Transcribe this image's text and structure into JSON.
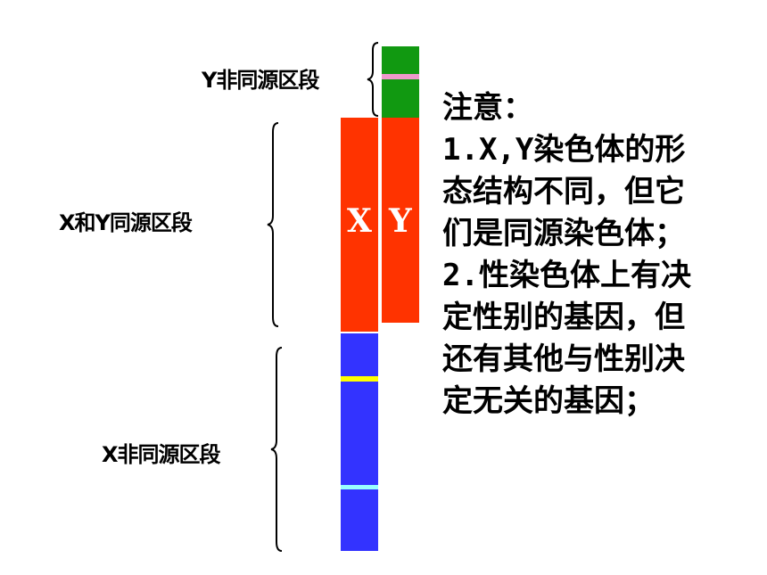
{
  "labels": {
    "y_non_homologous": "Y非同源区段",
    "xy_homologous": "X和Y同源区段",
    "x_non_homologous": "X非同源区段"
  },
  "chromosomes": {
    "x_letter": "X",
    "y_letter": "Y"
  },
  "note": {
    "title": "注意：",
    "lines": [
      "1.X,Y染色体的形",
      "态结构不同，但它",
      "们是同源染色体；",
      "2.性染色体上有决",
      "定性别的基因，但",
      "还有其他与性别决",
      "定无关的基因；"
    ]
  },
  "colors": {
    "homologous_red": "#ff3300",
    "y_non_homologous_green": "#119911",
    "x_non_homologous_blue": "#3333ff",
    "y_band_pink": "#ee99cc",
    "x_band_yellow": "#ffff00",
    "x_band_lightblue": "#99ffff"
  }
}
